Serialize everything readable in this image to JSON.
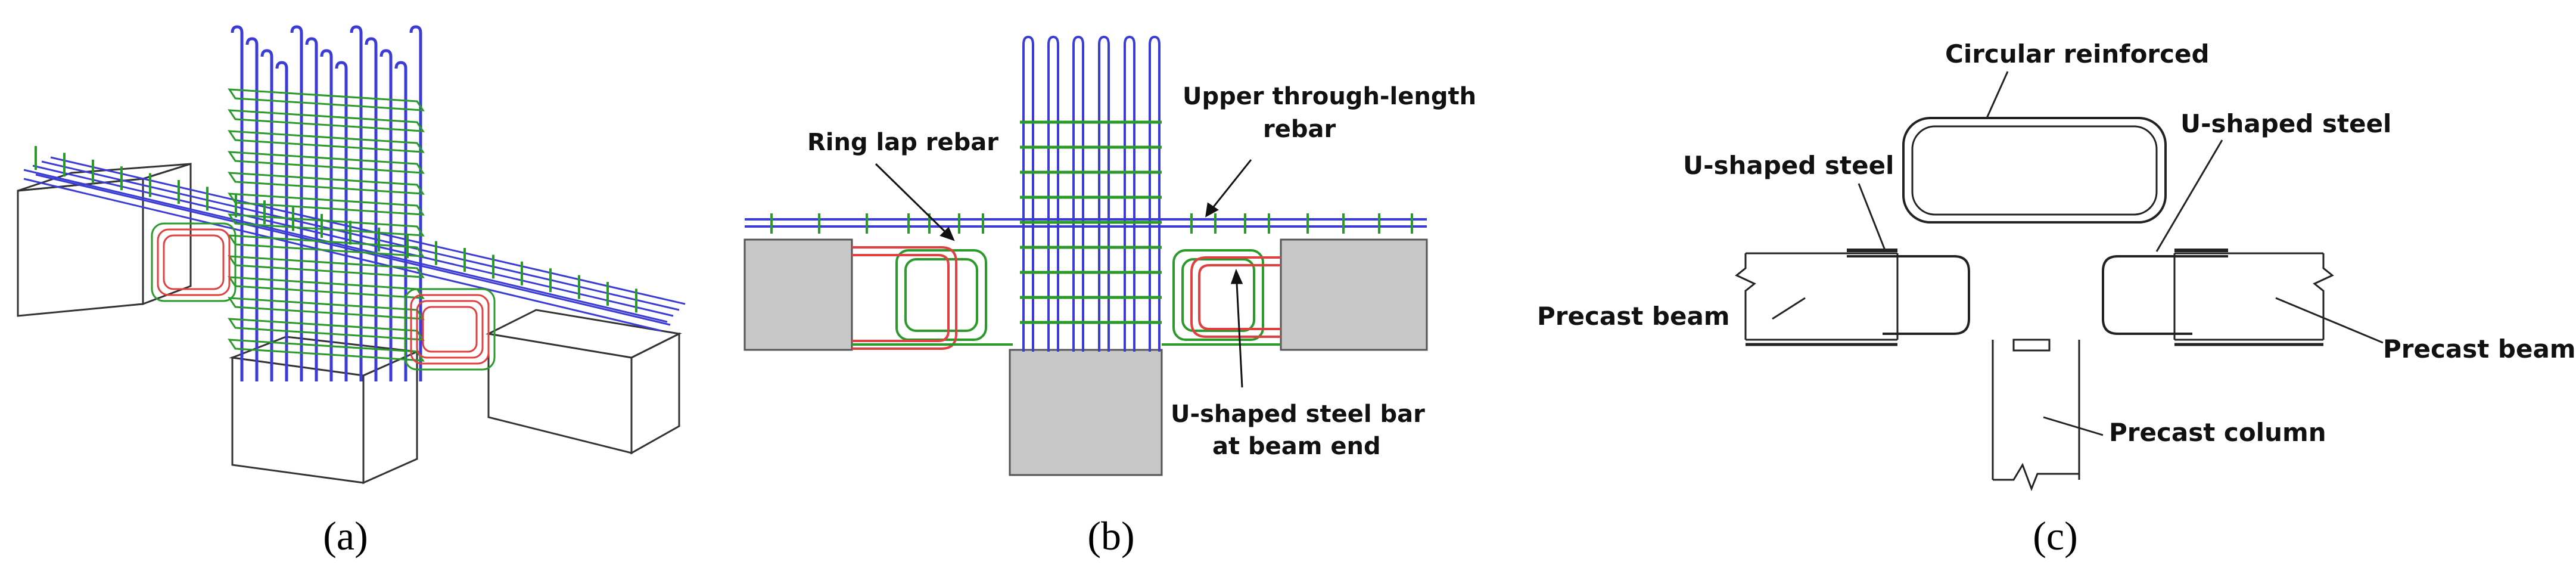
{
  "panels": {
    "a": {
      "caption": "(a)"
    },
    "b": {
      "caption": "(b)",
      "label_ring_lap": "Ring lap rebar",
      "label_upper_line1": "Upper through-length",
      "label_upper_line2": "rebar",
      "label_ushaped_line1": "U-shaped steel bar",
      "label_ushaped_line2": "at beam end"
    },
    "c": {
      "caption": "(c)",
      "label_circular": "Circular reinforced",
      "label_ushaped_left": "U-shaped steel",
      "label_ushaped_right": "U-shaped steel",
      "label_beam_left": "Precast beam",
      "label_beam_right": "Precast beam",
      "label_column": "Precast column"
    }
  },
  "colors": {
    "column_rebar": "#3b3bd6",
    "stirrup": "#2a9a2a",
    "u_bar": "#e04040",
    "concrete": "#c8c8c8",
    "line": "#222222"
  }
}
